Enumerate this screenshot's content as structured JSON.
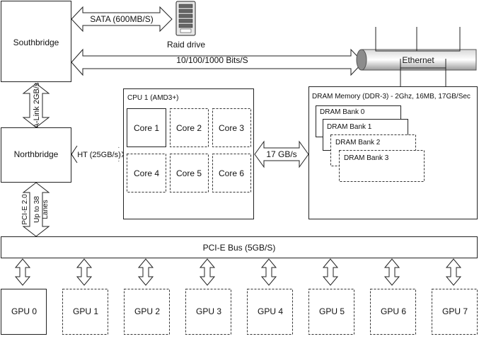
{
  "southbridge": {
    "label": "Southbridge"
  },
  "northbridge": {
    "label": "Northbridge"
  },
  "sata_link": {
    "label": "SATA (600MB/S)"
  },
  "raid": {
    "label": "Raid drive"
  },
  "ethernet_link": {
    "label": "10/100/1000 Bits/S"
  },
  "ethernet": {
    "label": "Ethernet"
  },
  "alink": {
    "label": "A-Link 2GB/s"
  },
  "ht_link": {
    "label": "HT (25GB/s)"
  },
  "cpu": {
    "title": "CPU 1 (AMD3+)",
    "cores": [
      "Core 1",
      "Core 2",
      "Core 3",
      "Core 4",
      "Core 5",
      "Core 6"
    ]
  },
  "mem_link": {
    "label": "17 GB/s"
  },
  "dram": {
    "title": "DRAM Memory (DDR-3) - 2Ghz, 16MB, 17GB/Sec",
    "banks": [
      "DRAM Bank 0",
      "DRAM Bank 1",
      "DRAM Bank 2",
      "DRAM Bank 3"
    ]
  },
  "pcie_link": {
    "line1": "PCI-E 2.0",
    "line2": "Up to 38",
    "line3": "Lanes"
  },
  "pcie_bus": {
    "label": "PCI-E Bus (5GB/S)"
  },
  "gpus": [
    "GPU 0",
    "GPU 1",
    "GPU 2",
    "GPU 3",
    "GPU 4",
    "GPU 5",
    "GPU 6",
    "GPU 7"
  ]
}
